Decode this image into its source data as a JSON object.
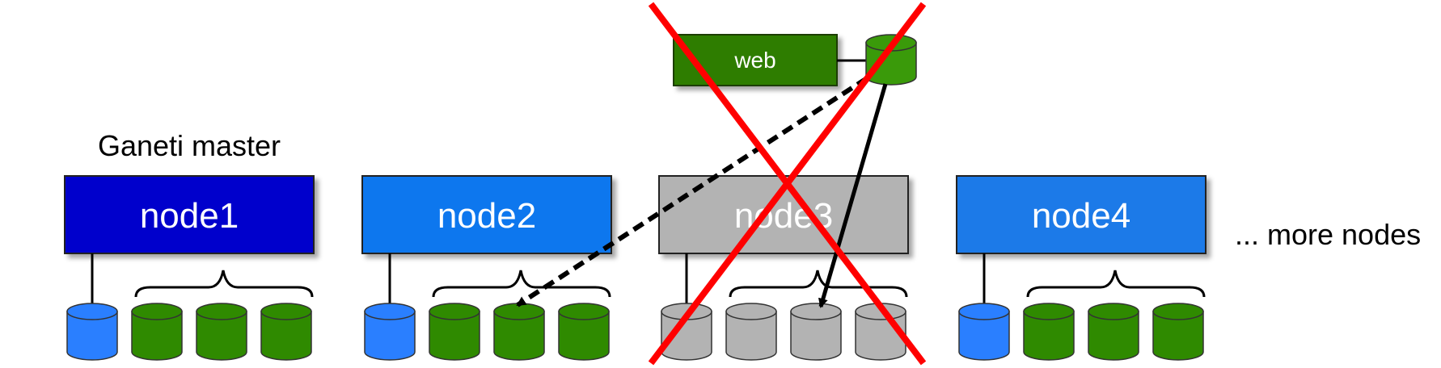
{
  "web": {
    "label": "web",
    "fill": "#2e7d00",
    "disk_fill": "#3a9a0a"
  },
  "master_label": "Ganeti master",
  "more_nodes_label": "... more nodes",
  "nodes": [
    {
      "label": "node1",
      "fill": "#0000cc",
      "failed": false
    },
    {
      "label": "node2",
      "fill": "#1177ee",
      "failed": false
    },
    {
      "label": "node3",
      "fill": "#b3b3b3",
      "failed": true
    },
    {
      "label": "node4",
      "fill": "#1a7ae8",
      "failed": false
    }
  ],
  "colors": {
    "os_disk": "#2a7fff",
    "instance_disk": "#2f8a00",
    "failed_disk": "#b3b3b3",
    "failure_cross": "#ff0000",
    "arrows": "#000000"
  },
  "icons": {
    "os_disk": "cylinder-icon",
    "instance_disk": "cylinder-icon",
    "failure": "cross-icon"
  }
}
